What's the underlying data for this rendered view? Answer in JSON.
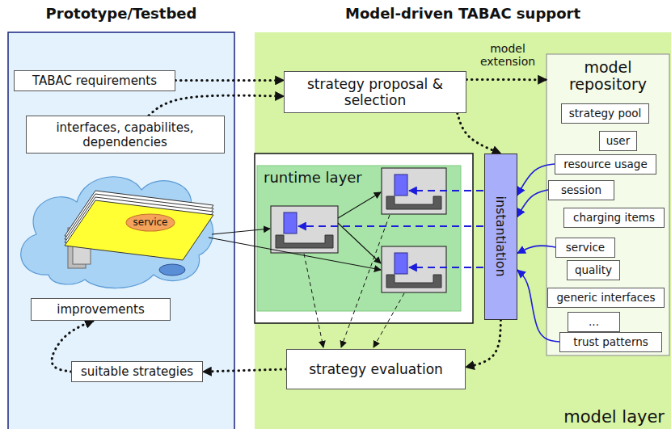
{
  "diagram": {
    "nodes": [
      {
        "text": [
          "Prototype/Testbed"
        ]
      },
      {
        "text": [
          "TABAC requirements"
        ],
        "in": 0
      },
      {
        "text": [
          "interfaces, capabilites, dependencies"
        ],
        "in": 0
      },
      {
        "text": [
          "service"
        ],
        "in": 0
      },
      {
        "text": [
          "improvements"
        ],
        "in": 0
      },
      {
        "text": [
          "suitable strategies"
        ],
        "in": 0
      },
      {
        "text": [
          "Model-driven TABAC support",
          "model layer"
        ]
      },
      {
        "text": [
          "strategy proposal & selection"
        ],
        "in": 6
      },
      {
        "text": [
          "model repository"
        ],
        "in": 6
      },
      {
        "text": [
          "strategy pool"
        ],
        "in": 8
      },
      {
        "text": [
          "user"
        ],
        "in": 8
      },
      {
        "text": [
          "resource usage"
        ],
        "in": 8
      },
      {
        "text": [
          "session"
        ],
        "in": 8
      },
      {
        "text": [
          "charging items"
        ],
        "in": 8
      },
      {
        "text": [
          "service"
        ],
        "in": 8
      },
      {
        "text": [
          "quality"
        ],
        "in": 8
      },
      {
        "text": [
          "generic interfaces"
        ],
        "in": 8
      },
      {
        "text": [
          "..."
        ],
        "in": 8
      },
      {
        "text": [
          "trust patterns"
        ],
        "in": 8
      },
      {
        "text": [
          "runtime layer"
        ],
        "in": 6
      },
      {
        "text": [
          "instantiation"
        ],
        "in": 6
      },
      {
        "text": [
          "strategy evaluation"
        ],
        "in": 6
      }
    ],
    "edges": [
      {
        "from": 1,
        "to": 7,
        "arrow": "to"
      },
      {
        "from": 2,
        "to": 7,
        "arrow": "to"
      },
      {
        "from": 7,
        "to": 8,
        "label": "model extension",
        "arrow": "to"
      },
      {
        "from": 7,
        "to": 20,
        "arrow": "to"
      },
      {
        "from": 20,
        "to": 21,
        "arrow": "to"
      },
      {
        "from": 21,
        "to": 5,
        "arrow": "to"
      },
      {
        "from": 5,
        "to": 4,
        "arrow": "to"
      },
      {
        "from": 11,
        "to": 20,
        "arrow": "to"
      },
      {
        "from": 12,
        "to": 20,
        "arrow": "to"
      },
      {
        "from": 14,
        "to": 20,
        "arrow": "to"
      },
      {
        "from": 18,
        "to": 20,
        "arrow": "to"
      }
    ]
  }
}
